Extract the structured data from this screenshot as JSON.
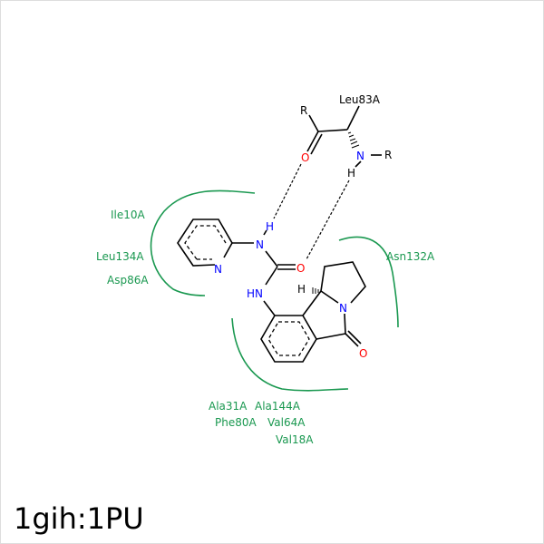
{
  "title": "1gih:1PU",
  "colors": {
    "residue": "#1a9850",
    "nitrogen": "#0000ff",
    "oxygen": "#ff0000",
    "bond": "#000000"
  },
  "ligand_atoms": {
    "n_pyridine": "N",
    "n_amide": "N",
    "h_amide": "H",
    "o_urea": "O",
    "hn": "HN",
    "h_stereo": "H",
    "n_lactam": "N",
    "o_lactam": "O"
  },
  "backbone": {
    "r1": "R",
    "r2": "R",
    "o": "O",
    "n": "N",
    "h": "H",
    "residue": "Leu83A"
  },
  "residues": {
    "ile10": "Ile10A",
    "leu134": "Leu134A",
    "asp86": "Asp86A",
    "asn132": "Asn132A",
    "ala31": "Ala31A",
    "ala144": "Ala144A",
    "phe80": "Phe80A",
    "val64": "Val64A",
    "val18": "Val18A"
  }
}
